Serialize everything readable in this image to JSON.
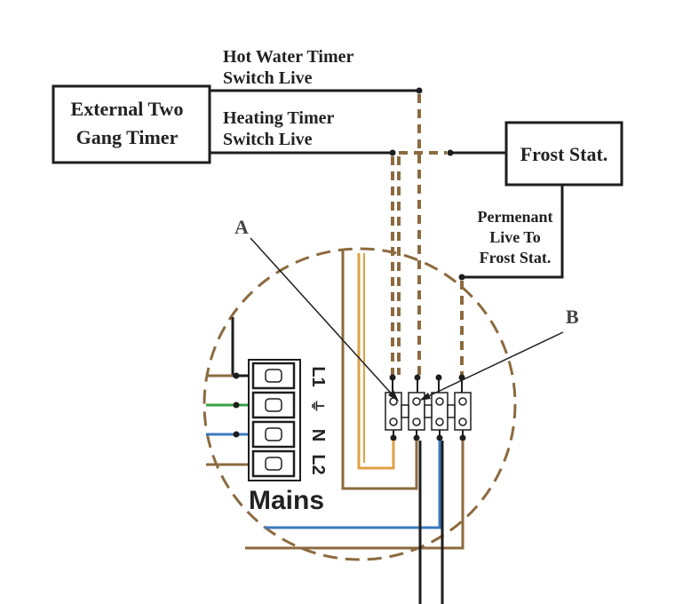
{
  "labels": {
    "hot_water_line1": "Hot Water Timer",
    "hot_water_line2": "Switch Live",
    "heating_line1": "Heating Timer",
    "heating_line2": "Switch Live",
    "timer_line1": "External Two",
    "timer_line2": "Gang Timer",
    "frost_stat": "Frost Stat.",
    "permanent_line1": "Permenant",
    "permanent_line2": "Live To",
    "permanent_line3": "Frost Stat.",
    "marker_a": "A",
    "marker_b": "B",
    "mains": "Mains"
  },
  "terminals": [
    "L1",
    "⏚",
    "N",
    "L2"
  ],
  "colors": {
    "black_wire": "#1e1e1e",
    "brown_wire": "#8c6a3f",
    "orange_wire": "#e0a045",
    "blue_wire": "#3b79c0",
    "green_wire": "#3aa043",
    "dashed_outline": "#8c6a3f"
  }
}
